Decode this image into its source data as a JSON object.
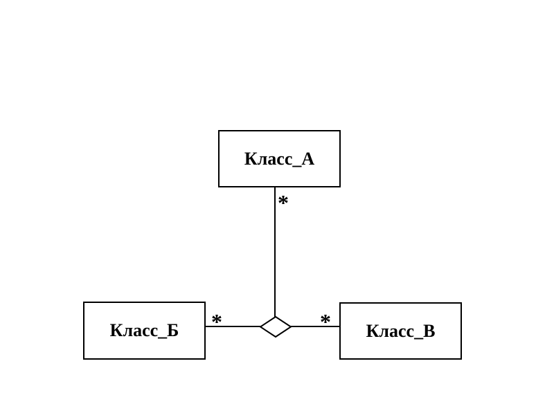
{
  "diagram": {
    "type": "uml-ternary-association",
    "background_color": "#ffffff",
    "stroke_color": "#000000",
    "nodes": [
      {
        "id": "class-a",
        "label": "Класс_А"
      },
      {
        "id": "class-b",
        "label": "Класс_Б"
      },
      {
        "id": "class-v",
        "label": "Класс_В"
      }
    ],
    "connector": {
      "shape": "diamond",
      "fill": "#ffffff",
      "stroke": "#000000"
    },
    "multiplicities": [
      {
        "near": "class-a",
        "label": "*"
      },
      {
        "near": "class-b",
        "label": "*"
      },
      {
        "near": "class-v",
        "label": "*"
      }
    ]
  }
}
